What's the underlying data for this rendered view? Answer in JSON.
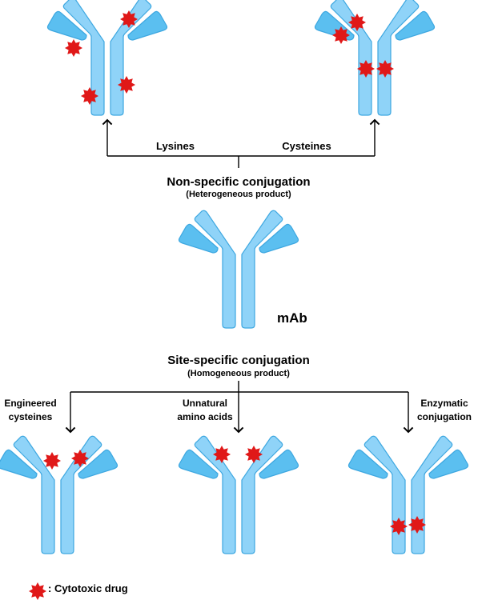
{
  "colors": {
    "antibody_fill": "#8FD3F8",
    "antibody_stroke": "#3DA7E0",
    "arm_fill": "#5BBFF0",
    "drug": "#E01818",
    "line": "#000000"
  },
  "nonspecific": {
    "title": "Non-specific conjugation",
    "subtitle": "(Heterogeneous product)",
    "branch_left": "Lysines",
    "branch_right": "Cysteines"
  },
  "center": {
    "label": "mAb"
  },
  "sitespecific": {
    "title": "Site-specific conjugation",
    "subtitle": "(Homogeneous product)",
    "branches": [
      {
        "line1": "Engineered",
        "line2": "cysteines"
      },
      {
        "line1": "Unnatural",
        "line2": "amino acids"
      },
      {
        "line1": "Enzymatic",
        "line2": "conjugation"
      }
    ]
  },
  "legend": {
    "icon": "cytotoxic-drug-icon",
    "label": ": Cytotoxic drug"
  }
}
